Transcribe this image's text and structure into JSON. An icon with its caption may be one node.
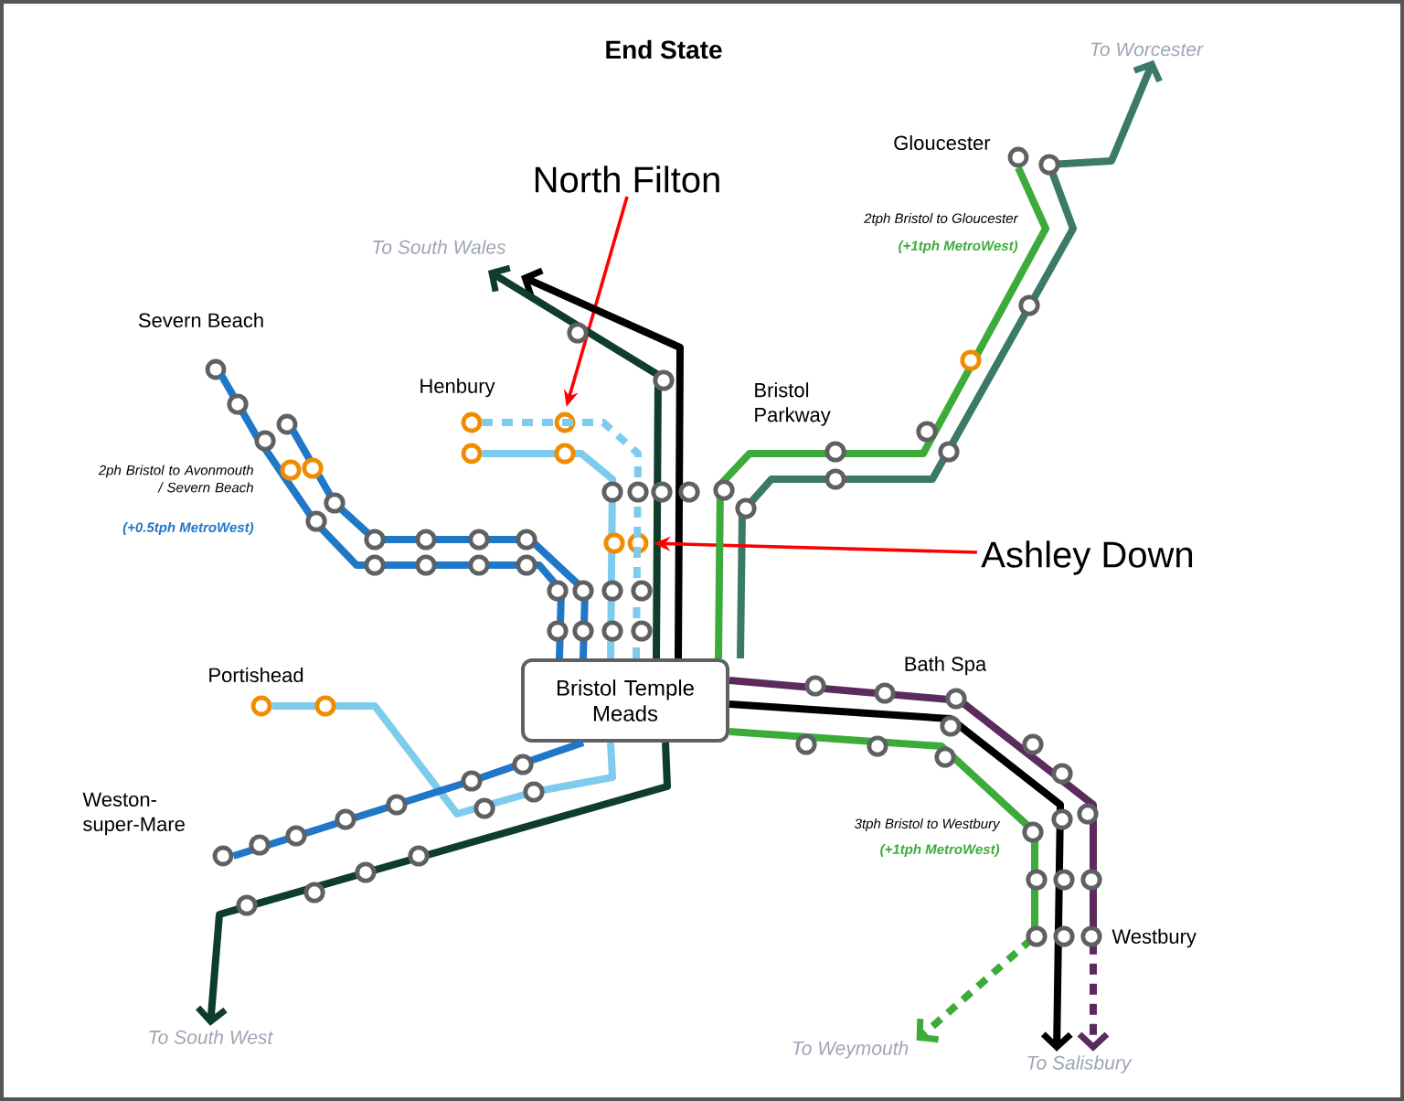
{
  "diagram": {
    "title": "End State",
    "nodes": [
      {
        "text": [
          "Bristol Temple Meads"
        ]
      },
      {
        "text": [
          "To Worcester"
        ]
      },
      {
        "text": [
          "North Filton"
        ]
      },
      {
        "text": [
          "To South Wales"
        ]
      },
      {
        "text": [],
        "shape": "circle"
      },
      {
        "text": [
          "Ashley Down"
        ]
      },
      {
        "text": [],
        "shape": "circle"
      },
      {
        "text": [
          "To South West"
        ]
      },
      {
        "text": [
          "To Weymouth"
        ]
      },
      {
        "text": [
          "To Salisbury"
        ]
      },
      {
        "text": [],
        "shape": "circle"
      },
      {
        "text": [],
        "shape": "circle"
      },
      {
        "text": [],
        "shape": "circle"
      },
      {
        "text": [],
        "shape": "circle"
      },
      {
        "text": [],
        "shape": "circle"
      },
      {
        "text": [],
        "shape": "circle"
      },
      {
        "text": [],
        "shape": "circle"
      }
    ],
    "edges": [
      {
        "from": 0,
        "to": 1,
        "arrow": "to",
        "color": "#3b7a69"
      },
      {
        "from": 2,
        "to": 4,
        "arrow": "to",
        "color": "#ff0000"
      },
      {
        "from": 0,
        "to": 3,
        "arrow": "to",
        "color": "#000000"
      },
      {
        "from": 0,
        "to": 3,
        "arrow": "to",
        "color": "#0e3d2c"
      },
      {
        "from": 5,
        "to": 6,
        "arrow": "to",
        "color": "#ff0000"
      },
      {
        "from": 0,
        "to": 7,
        "arrow": "to",
        "color": "#0e3d2c"
      },
      {
        "from": 0,
        "to": 8,
        "arrow": "to",
        "style": "dashed",
        "color": "#3cab3a"
      },
      {
        "from": 0,
        "to": 9,
        "arrow": "to",
        "color": "#000000"
      },
      {
        "from": 0,
        "to": 9,
        "arrow": "to",
        "style": "dashed",
        "color": "#5b2b5e"
      },
      {
        "from": 0,
        "to": 10,
        "arrow": "none",
        "color": "#1f77c8"
      },
      {
        "from": 0,
        "to": 11,
        "arrow": "none",
        "color": "#1f77c8"
      },
      {
        "from": 0,
        "to": 12,
        "arrow": "none",
        "style": "dashed",
        "color": "#7fcbee"
      },
      {
        "from": 0,
        "to": 13,
        "arrow": "none",
        "color": "#7fcbee"
      },
      {
        "from": 0,
        "to": 14,
        "arrow": "none",
        "color": "#7fcbee"
      },
      {
        "from": 0,
        "to": 15,
        "arrow": "none",
        "color": "#1f77c8"
      },
      {
        "from": 0,
        "to": 16,
        "arrow": "none",
        "color": "#3cab3a"
      }
    ],
    "labels": [
      "Gloucester",
      "2tph Bristol to Gloucester",
      "(+1tph MetroWest)",
      "Severn Beach",
      "Henbury",
      "Bristol Parkway",
      "2ph Bristol to Avonmouth / Severn Beach",
      "(+0.5tph MetroWest)",
      "Portishead",
      "Bath Spa",
      "Weston-super-Mare",
      "3tph Bristol to Westbury",
      "(+1tph MetroWest)",
      "Westbury"
    ]
  }
}
